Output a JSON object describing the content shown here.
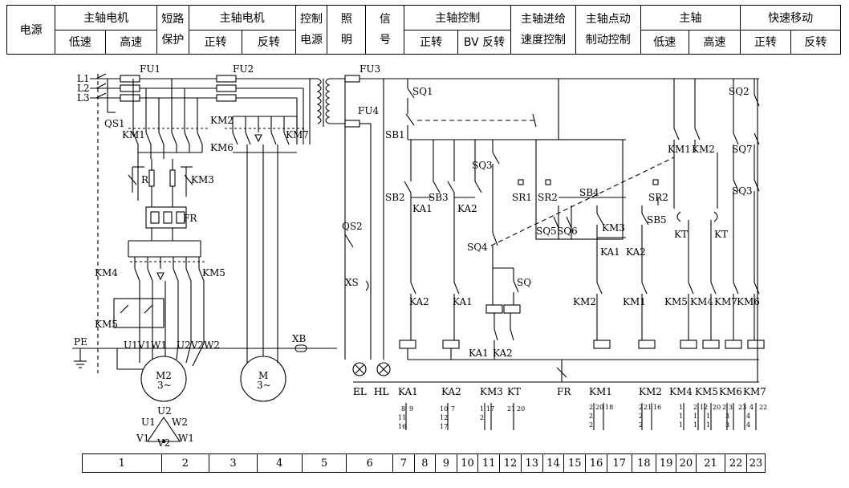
{
  "header": {
    "power": "电源",
    "spindle_motor_1": "主轴电机",
    "low_speed": "低速",
    "high_speed": "高速",
    "short_circuit_1": "短路",
    "short_circuit_2": "保护",
    "spindle_motor_2": "主轴电机",
    "forward": "正转",
    "reverse": "反转",
    "control_1": "控制",
    "control_2": "电源",
    "lighting_1": "照",
    "lighting_2": "明",
    "signal_1": "信",
    "signal_2": "号",
    "spindle_control": "主轴控制",
    "sc_forward": "正转",
    "sc_bv_reverse": "BV 反转",
    "feed_1": "主轴进给",
    "feed_2": "速度控制",
    "jog_1": "主轴点动",
    "jog_2": "制动控制",
    "spindle": "主轴",
    "sp_low": "低速",
    "sp_high": "高速",
    "rapid": "快速移动",
    "rapid_fwd": "正转",
    "rapid_rev": "反转"
  },
  "labels": {
    "L1": "L1",
    "L2": "L2",
    "L3": "L3",
    "QS1": "QS1",
    "FU1": "FU1",
    "FU2": "FU2",
    "FU3": "FU3",
    "FU4": "FU4",
    "KM1": "KM1",
    "KM2": "KM2",
    "KM6": "KM6",
    "KM7": "KM7",
    "R": "R",
    "KM3": "KM3",
    "FR": "FR",
    "KM4": "KM4",
    "KM5": "KM5",
    "KM5b": "KM5",
    "PE": "PE",
    "U1V1W1": "U1V1W1",
    "U2V2W2": "U2V2W2",
    "M2": "M2",
    "M2b": "3~",
    "M": "M",
    "Mb": "3~",
    "XB": "XB",
    "QS2": "QS2",
    "XS": "XS",
    "EL": "EL",
    "HL": "HL",
    "SQ1": "SQ1",
    "SQ2": "SQ2",
    "SB1": "SB1",
    "SB2": "SB2",
    "SB3": "SB3",
    "KA1": "KA1",
    "KA2": "KA2",
    "SQ3": "SQ3",
    "SQ4": "SQ4",
    "SR1": "SR1",
    "SR2a": "SR2",
    "SB4": "SB4",
    "SQ5": "SQ5",
    "SQ6": "SQ6",
    "KM3c": "KM3",
    "SB5": "SB5",
    "SR2b": "SR2",
    "KA1b": "KA1",
    "KA2b": "KA2",
    "SQ": "SQ",
    "KA2c": "KA2",
    "KA1c": "KA1",
    "KM2c": "KM2",
    "KM1c": "KM1",
    "KM1d": "KM1",
    "KM2d": "KM2",
    "SQ7": "SQ7",
    "SQ3b": "SQ3",
    "KT1": "KT",
    "KT2": "KT",
    "KM5c": "KM5",
    "KM4c": "KM4",
    "KM7c": "KM7",
    "KM6c": "KM6",
    "KA1d": "KA1",
    "KA2d": "KA2",
    "FRc": "FR",
    "U2": "U2",
    "U1": "U1",
    "W2": "W2",
    "V1": "V1",
    "W1": "W1",
    "V2": "V2"
  },
  "bottom_coils": [
    "EL",
    "HL",
    "KA1",
    "KA2",
    "KM3",
    "KT",
    "FR",
    "KM1",
    "KM2",
    "KM4",
    "KM5",
    "KM6",
    "KM7"
  ],
  "contact_refs": [
    {
      "id": "ka1",
      "left": [
        "8",
        "11",
        "16"
      ],
      "right": [
        "9",
        "",
        ""
      ]
    },
    {
      "id": "ka2",
      "left": [
        "10",
        "12",
        "17"
      ],
      "right": [
        "7",
        "",
        ""
      ]
    },
    {
      "id": "km3",
      "left": [
        "1",
        "2"
      ],
      "right": [
        "17",
        ""
      ]
    },
    {
      "id": "kt",
      "left": [
        "21"
      ],
      "right": [
        "20"
      ]
    },
    {
      "id": "km1",
      "left": [
        "2",
        "2",
        "2"
      ],
      "right": [
        "20",
        "",
        ""
      ],
      "extra": "18"
    },
    {
      "id": "km2",
      "left": [
        "2",
        "2",
        "2"
      ],
      "right": [
        "21",
        "",
        ""
      ],
      "extra": "16"
    },
    {
      "id": "km4",
      "left": [
        "1",
        "1",
        "1"
      ],
      "right": [
        "",
        "",
        ""
      ]
    },
    {
      "id": "km5",
      "left": [
        "2",
        "1",
        "1"
      ],
      "right": [
        "12",
        "1",
        "1"
      ],
      "extra": "20"
    },
    {
      "id": "km6",
      "left": [
        "2",
        "3",
        "3"
      ],
      "right": [
        "3",
        "",
        ""
      ]
    },
    {
      "id": "km7",
      "left": [
        "23",
        "4",
        "4"
      ],
      "right": [
        "4",
        "",
        ""
      ],
      "extra": "22"
    }
  ],
  "footer": [
    "1",
    "2",
    "3",
    "4",
    "5",
    "6",
    "7",
    "8",
    "9",
    "10",
    "11",
    "12",
    "13",
    "14",
    "15",
    "16",
    "17",
    "18",
    "19",
    "20",
    "21",
    "22",
    "23"
  ]
}
